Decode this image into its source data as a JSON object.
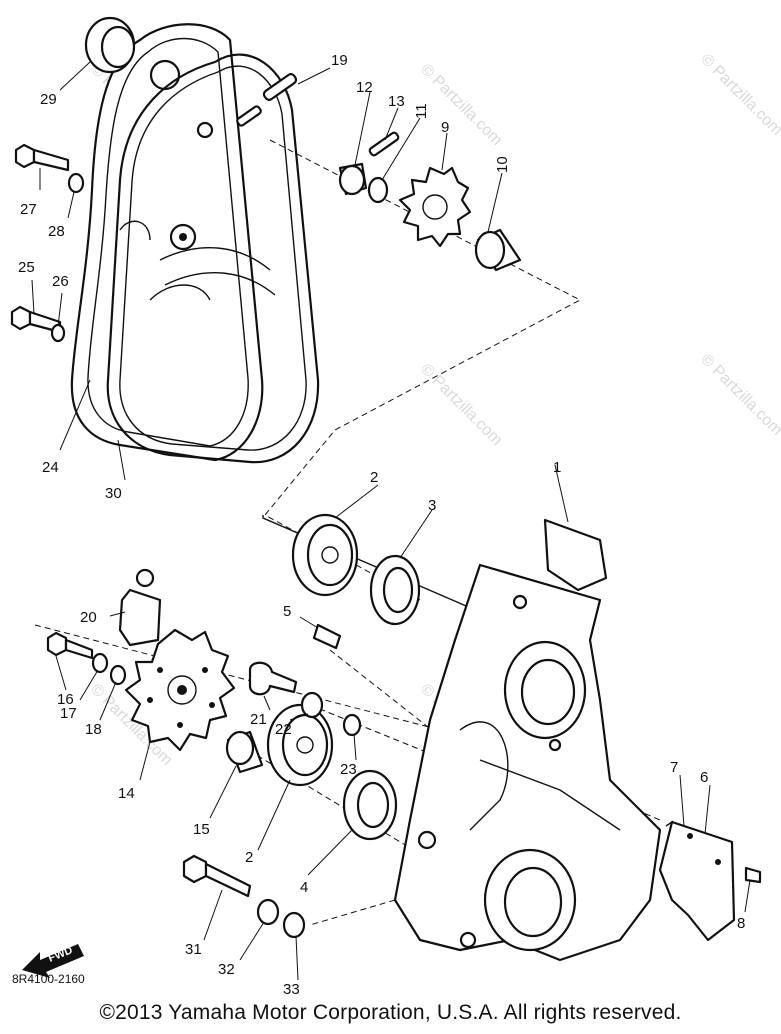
{
  "diagram_code": "8R4100-2160",
  "copyright": "©2013  Yamaha Motor Corporation, U.S.A. All rights reserved.",
  "watermark": "© Partzilla.com",
  "fwd_label": "FWD",
  "callouts": {
    "p1": "1",
    "p2a": "2",
    "p2b": "2",
    "p3": "3",
    "p4": "4",
    "p5": "5",
    "p6": "6",
    "p7": "7",
    "p8": "8",
    "p9": "9",
    "p10": "10",
    "p11": "11",
    "p12": "12",
    "p13": "13",
    "p14": "14",
    "p15": "15",
    "p16": "16",
    "p17": "17",
    "p18": "18",
    "p19": "19",
    "p20": "20",
    "p21": "21",
    "p22": "22",
    "p23": "23",
    "p24": "24",
    "p25": "25",
    "p26": "26",
    "p27": "27",
    "p28": "28",
    "p29": "29",
    "p30": "30",
    "p31": "31",
    "p32": "32",
    "p33": "33"
  }
}
